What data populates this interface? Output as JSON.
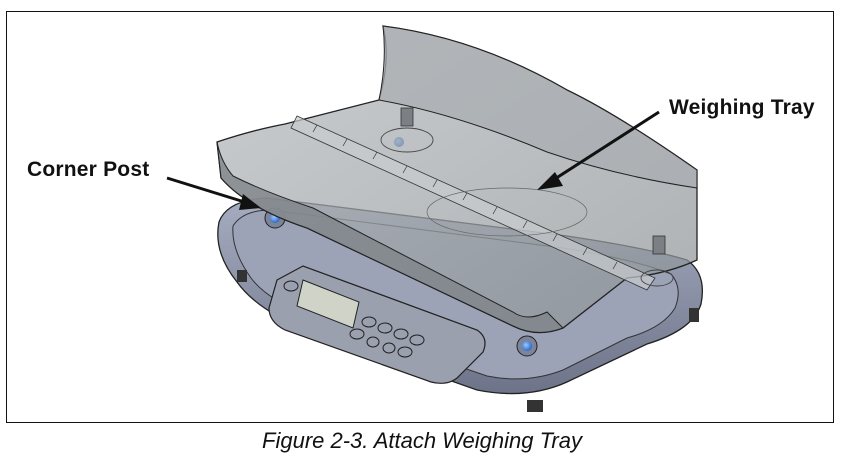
{
  "figure": {
    "labels": {
      "weighing_tray": "Weighing Tray",
      "corner_post": "Corner Post"
    },
    "caption": "Figure 2-3. Attach Weighing Tray",
    "colors": {
      "tray": "#9aa0a4",
      "base": "#8f96ab",
      "post_cap": "#4a8be0"
    }
  }
}
